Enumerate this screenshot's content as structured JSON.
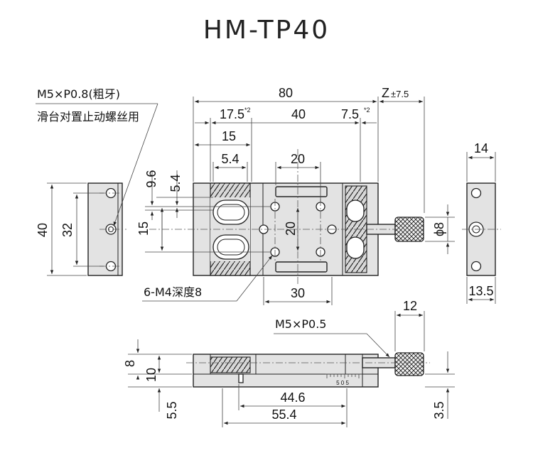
{
  "title": "HM-TP40",
  "labels": {
    "thread_spec": "M5×P0.8(粗牙)",
    "thread_use": "滑台对置止动螺丝用",
    "tap_holes": "6-M4深度8",
    "feed_screw": "M5×P0.5",
    "z_travel": "Z",
    "z_travel_tol": "±7.5",
    "knob_dia": "ϕ8",
    "scale_ticks": "5 0 5"
  },
  "dims": {
    "total_length": "80",
    "left_hole_offset": "17.5",
    "left_hole_note": "*2",
    "hole_pitch": "40",
    "right_hole_offset": "7.5",
    "right_hole_note": "*2",
    "slot_span": "15",
    "slot_width": "5.4",
    "center_hole_pitch_x": "20",
    "dim_9_6": "9.6",
    "dim_5_4": "5.4",
    "dim_15": "15",
    "center_hole_pitch_y": "20",
    "bottom_hole_span": "30",
    "end_height": "40",
    "end_hole_pitch": "32",
    "end_width": "14",
    "end_offset": "13.5",
    "knob_length": "12",
    "side_dim_8": "8",
    "side_dim_10": "10",
    "side_dim_5_5": "5.5",
    "side_dim_3_5": "3.5",
    "dim_44_6": "44.6",
    "dim_55_4": "55.4"
  }
}
